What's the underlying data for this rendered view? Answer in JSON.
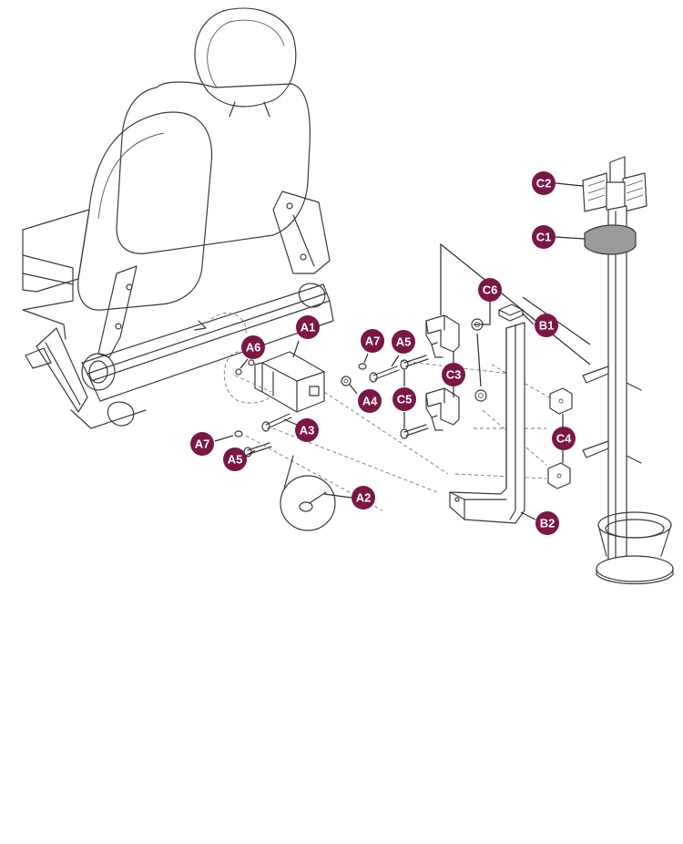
{
  "callouts": {
    "a1": "A1",
    "a2": "A2",
    "a3": "A3",
    "a4": "A4",
    "a5_top": "A5",
    "a5_bottom": "A5",
    "a6": "A6",
    "a7_top": "A7",
    "a7_bottom": "A7",
    "b1": "B1",
    "b2": "B2",
    "c1": "C1",
    "c2": "C2",
    "c3": "C3",
    "c4": "C4",
    "c5": "C5",
    "c6": "C6"
  },
  "colors": {
    "badge": "#7a1746",
    "badge_text": "#ffffff",
    "strap": "#9a9a9a",
    "line": "#3a3a3a"
  }
}
